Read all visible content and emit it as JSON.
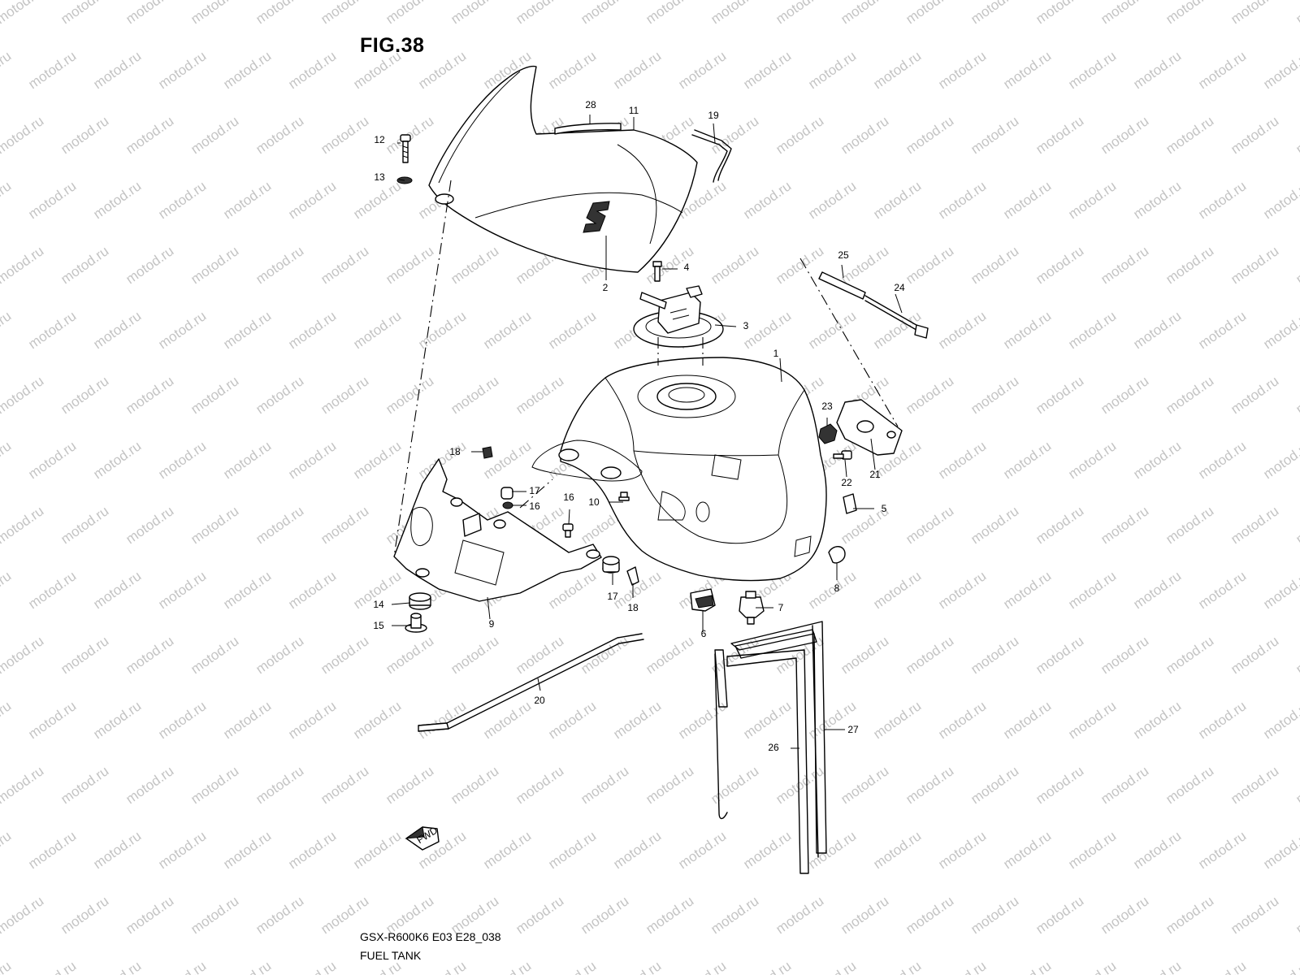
{
  "figure": {
    "title": "FIG.38",
    "model_code": "GSX-R600K6 E03 E28_038",
    "caption": "FUEL TANK",
    "fwd_label": "FWD"
  },
  "watermark": "motod.ru",
  "callouts": [
    {
      "key": "c1",
      "text": "1"
    },
    {
      "key": "c2",
      "text": "2"
    },
    {
      "key": "c3",
      "text": "3"
    },
    {
      "key": "c4",
      "text": "4"
    },
    {
      "key": "c5",
      "text": "5"
    },
    {
      "key": "c6",
      "text": "6"
    },
    {
      "key": "c7",
      "text": "7"
    },
    {
      "key": "c8",
      "text": "8"
    },
    {
      "key": "c9",
      "text": "9"
    },
    {
      "key": "c10",
      "text": "10"
    },
    {
      "key": "c11",
      "text": "11"
    },
    {
      "key": "c12",
      "text": "12"
    },
    {
      "key": "c13",
      "text": "13"
    },
    {
      "key": "c14",
      "text": "14"
    },
    {
      "key": "c15",
      "text": "15"
    },
    {
      "key": "c16a",
      "text": "16"
    },
    {
      "key": "c16b",
      "text": "16"
    },
    {
      "key": "c17a",
      "text": "17"
    },
    {
      "key": "c17b",
      "text": "17"
    },
    {
      "key": "c18a",
      "text": "18"
    },
    {
      "key": "c18b",
      "text": "18"
    },
    {
      "key": "c19",
      "text": "19"
    },
    {
      "key": "c20",
      "text": "20"
    },
    {
      "key": "c21",
      "text": "21"
    },
    {
      "key": "c22",
      "text": "22"
    },
    {
      "key": "c23",
      "text": "23"
    },
    {
      "key": "c24",
      "text": "24"
    },
    {
      "key": "c25",
      "text": "25"
    },
    {
      "key": "c26",
      "text": "26"
    },
    {
      "key": "c27",
      "text": "27"
    },
    {
      "key": "c28",
      "text": "28"
    }
  ]
}
